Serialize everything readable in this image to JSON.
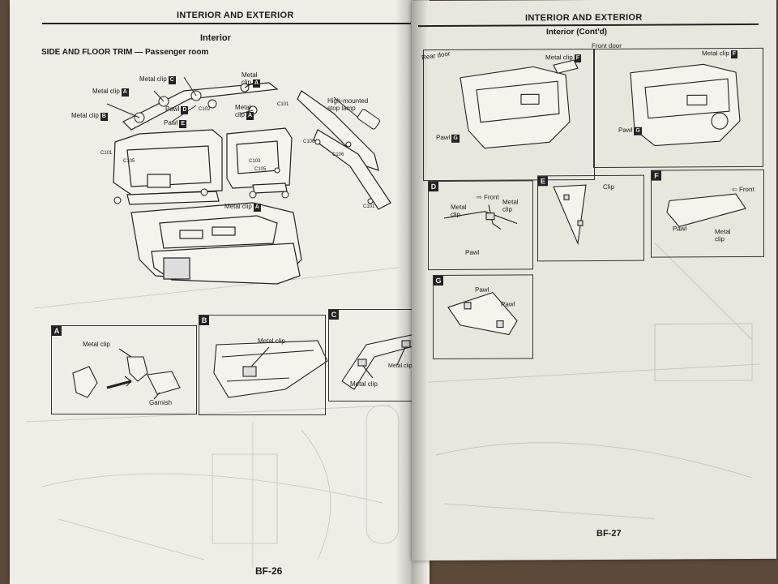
{
  "left_page": {
    "header": "INTERIOR AND EXTERIOR",
    "section_title": "Interior",
    "subtitle": "SIDE AND FLOOR TRIM — Passenger room",
    "callouts": {
      "metal_clip_c": "Metal clip",
      "metal_clip_a_top": "Metal clip",
      "metal_clip_a_2": "Metal clip",
      "metal_clip_b": "Metal clip",
      "pawl_d": "Pawl",
      "pawl_e": "Pawl",
      "metal_clip_a_mid": "Metal clip",
      "metal_clip_a_low": "Metal clip",
      "stop_lamp": "High-mounted stop lamp",
      "metal_word_top": "Metal",
      "clip_word_top": "clip",
      "metal_word_mid": "Metal",
      "clip_word_mid": "clip"
    },
    "codes": [
      "C101",
      "C102",
      "C105",
      "C106",
      "C103",
      "C101",
      "C105",
      "C106",
      "C101"
    ],
    "detail_a": {
      "tag": "A",
      "metal_clip": "Metal clip",
      "garnish": "Garnish"
    },
    "detail_b": {
      "tag": "B",
      "metal_clip": "Metal clip"
    },
    "detail_c": {
      "tag": "C",
      "metal_clip_1": "Metal clip",
      "metal_clip_2": "Metal clip"
    },
    "page_number": "BF-26"
  },
  "right_page": {
    "header": "INTERIOR AND EXTERIOR",
    "section_title": "Interior (Cont'd)",
    "rear_door": {
      "title": "Rear door",
      "metal_clip": "Metal clip",
      "pawl": "Pawl",
      "tag_f": "F",
      "tag_g": "G"
    },
    "front_door": {
      "title": "Front door",
      "metal_clip": "Metal clip",
      "pawl": "Pawl",
      "tag_f": "F",
      "tag_g": "G"
    },
    "detail_d": {
      "tag": "D",
      "front": "Front",
      "metal_clip_1": "Metal clip",
      "metal_clip_2": "Metal clip",
      "pawl": "Pawl"
    },
    "detail_e": {
      "tag": "E",
      "clip": "Clip"
    },
    "detail_f": {
      "tag": "F",
      "front": "Front",
      "pawl": "Pawl",
      "metal_clip": "Metal clip"
    },
    "detail_g": {
      "tag": "G",
      "pawl_1": "Pawl",
      "pawl_2": "Pawl"
    },
    "page_number": "BF-27"
  },
  "colors": {
    "paper": "#ecebe2",
    "ink": "#1a1a1a",
    "table": "#5b4a3a"
  }
}
